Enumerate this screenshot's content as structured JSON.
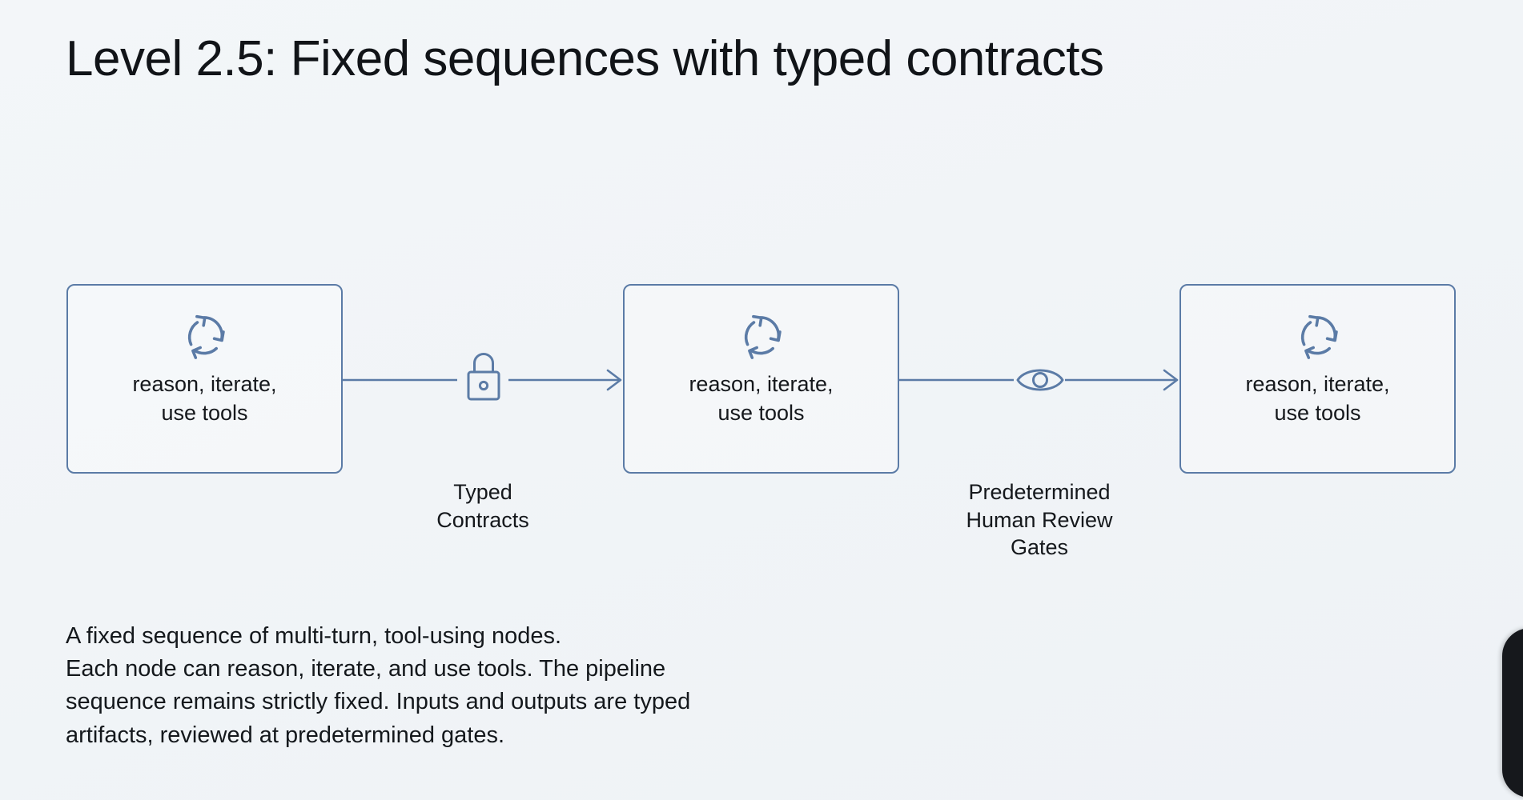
{
  "slide": {
    "title": "Level 2.5: Fixed sequences with typed contracts",
    "background_color": "#f2f5f8",
    "accent_color": "#5b7ba6",
    "text_color": "#15181c"
  },
  "diagram": {
    "type": "flow",
    "nodes": [
      {
        "id": "node-1",
        "icon": "cycle-arrows-icon",
        "label": "reason, iterate,\nuse tools"
      },
      {
        "id": "node-2",
        "icon": "cycle-arrows-icon",
        "label": "reason, iterate,\nuse tools"
      },
      {
        "id": "node-3",
        "icon": "cycle-arrows-icon",
        "label": "reason, iterate,\nuse tools"
      }
    ],
    "connectors": [
      {
        "id": "connector-1",
        "from": "node-1",
        "to": "node-2",
        "icon": "lock-icon",
        "label": "Typed\nContracts"
      },
      {
        "id": "connector-2",
        "from": "node-2",
        "to": "node-3",
        "icon": "eye-icon",
        "label": "Predetermined\nHuman Review\nGates"
      }
    ]
  },
  "caption": {
    "text": "A fixed sequence of multi-turn, tool-using nodes.\nEach node can reason, iterate, and use tools. The pipeline\nsequence remains strictly fixed. Inputs and outputs are typed\nartifacts, reviewed at predetermined gates."
  },
  "edge_pill": {
    "name": "floating-edge-pill",
    "color": "#16181c"
  }
}
